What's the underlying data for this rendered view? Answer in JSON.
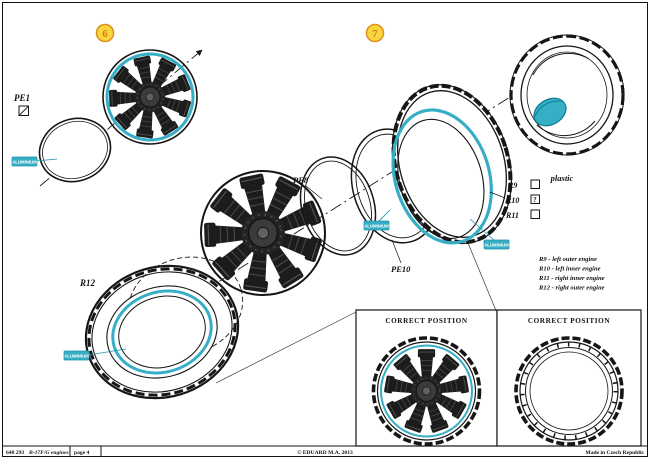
{
  "steps": [
    {
      "number": "6"
    },
    {
      "number": "7"
    }
  ],
  "labels": {
    "pe1": "PE1",
    "pe8": "PE8",
    "pe10": "PE10",
    "r9": "R9",
    "r10": "R10",
    "r11": "R11",
    "r12": "R12",
    "plastic": "plastic",
    "optional": "?"
  },
  "legend": {
    "lines": [
      "R9   - left outer engine",
      "R10 - left inner engine",
      "R11 - right inner engine",
      "R12 - right outer engine"
    ]
  },
  "callouts": [
    {
      "text": "ALUMINIUM"
    },
    {
      "text": "ALUMINIUM"
    },
    {
      "text": "ALUMINIUM"
    },
    {
      "text": "ALUMINIUM"
    }
  ],
  "panels": [
    {
      "title": "CORRECT POSITION"
    },
    {
      "title": "CORRECT POSITION"
    }
  ],
  "footer": {
    "catalog": "648 293",
    "product": "B-17F/G engines",
    "page": "page 4",
    "copyright": "© EDUARD  M.A. 2013",
    "made": "Made in Czech Republic"
  },
  "colors": {
    "accent_cyan": "#35aec6",
    "accent_cyan_dark": "#1d93ad",
    "badge_yellow": "#f9d63f",
    "badge_orange": "#e0921e",
    "ink": "#161616"
  }
}
